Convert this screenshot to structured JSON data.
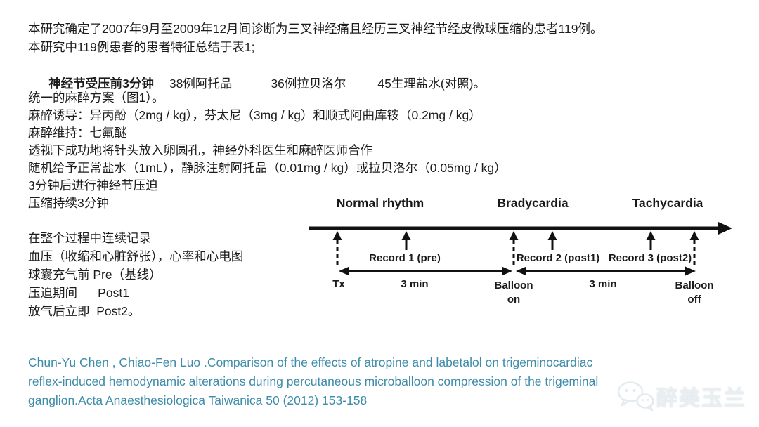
{
  "study": {
    "line1": "本研究确定了2007年9月至2009年12月间诊断为三叉神经痛且经历三叉神经节经皮微球压缩的患者119例。",
    "line2": "本研究中119例患者的患者特征总结于表1;",
    "line3_bold": "神经节受压前3分钟",
    "line3_items": [
      "38例阿托品",
      "36例拉贝洛尔",
      "45生理盐水(对照)。"
    ]
  },
  "anesthesia": {
    "lines": [
      "统一的麻醉方案（图1）。",
      "麻醉诱导：异丙酚（2mg / kg），芬太尼（3mg / kg）和顺式阿曲库铵（0.2mg / kg）",
      "麻醉维持：七氟醚",
      "透视下成功地将针头放入卵圆孔，神经外科医生和麻醉医师合作",
      "随机给予正常盐水（1mL），静脉注射阿托品（0.01mg / kg）或拉贝洛尔（0.05mg / kg）",
      "3分钟后进行神经节压迫",
      "压缩持续3分钟"
    ]
  },
  "monitoring": {
    "lines": [
      "在整个过程中连续记录",
      "血压（收缩和心脏舒张），心率和心电图",
      "球囊充气前 Pre（基线）",
      "压迫期间      Post1",
      "放气后立即  Post2。"
    ]
  },
  "figure": {
    "normal_rhythm": "Normal rhythm",
    "bradycardia": "Bradycardia",
    "tachycardia": "Tachycardia",
    "record1": "Record 1 (pre)",
    "record2": "Record 2 (post1)",
    "record3": "Record 3 (post2)",
    "tx": "Tx",
    "interval1": "3 min",
    "interval2": "3 min",
    "balloon_on_line1": "Balloon",
    "balloon_on_line2": "on",
    "balloon_off_line1": "Balloon",
    "balloon_off_line2": "off"
  },
  "citation": {
    "color": "#3d8ca9",
    "lines": [
      "Chun-Yu Chen , Chiao-Fen Luo .Comparison of the effects of atropine and labetalol on trigeminocardiac",
      "reflex-induced hemodynamic alterations during percutaneous microballoon compression of the trigeminal",
      "ganglion.Acta Anaesthesiologica Taiwanica 50 (2012) 153-158"
    ]
  },
  "watermark": {
    "text": "醉美玉兰",
    "icon": "wechat-icon"
  }
}
